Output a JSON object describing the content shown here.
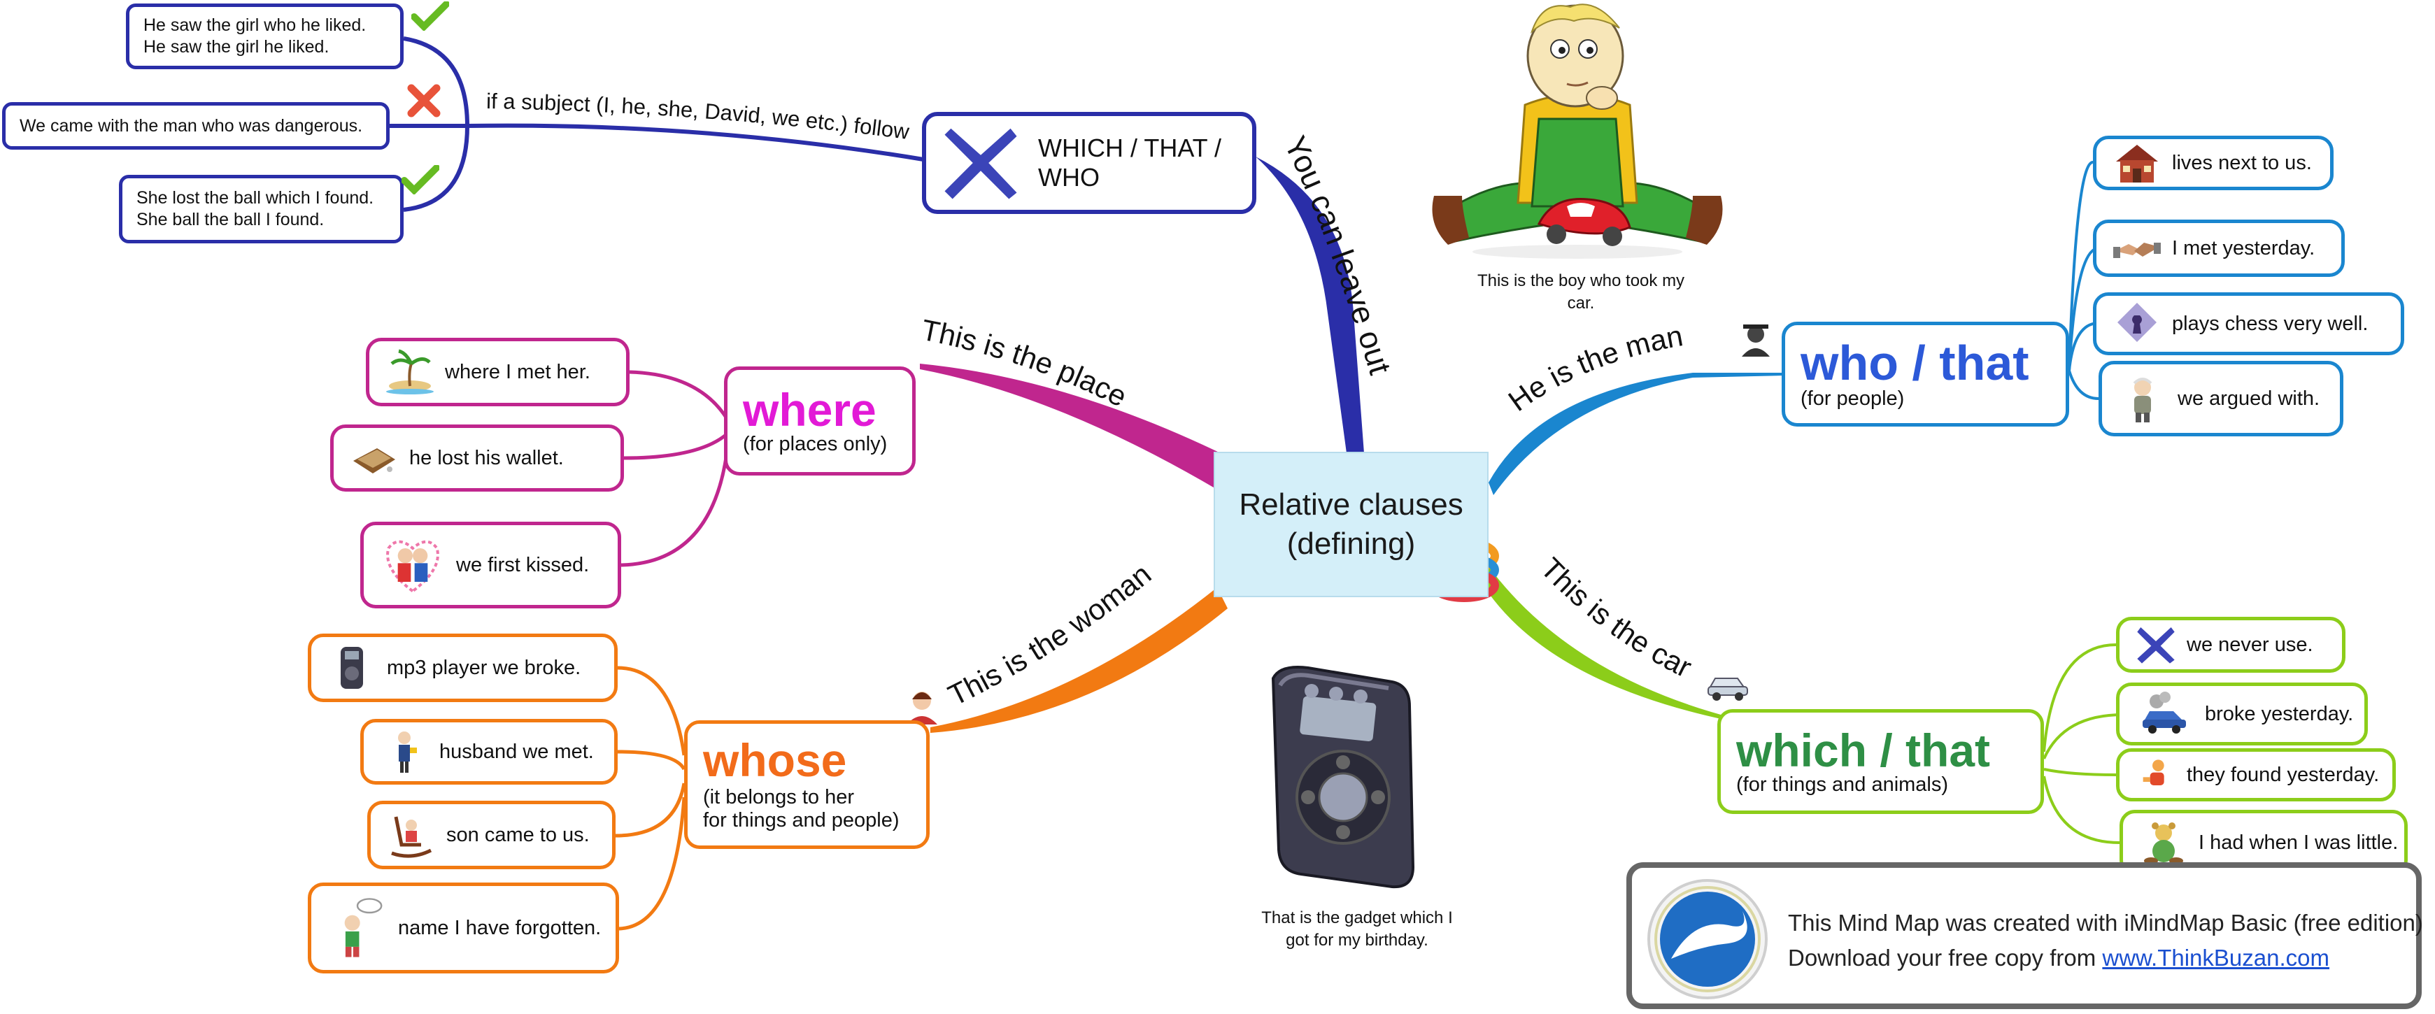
{
  "center": {
    "title": "Relative clauses\n(defining)"
  },
  "colors": {
    "which_that_who": "#2a2ea8",
    "who_that": "#1a86cf",
    "where": "#c0268e",
    "whose": "#f27a12",
    "which_that": "#8ccd1a",
    "center_fill": "#d4eff9",
    "correct": "#66bb22",
    "incorrect": "#e8533a"
  },
  "branches": {
    "omission": {
      "branch_label": "You can leave out",
      "hub_title": "WHICH / THAT / WHO",
      "hub_icon": "cross-icon",
      "sub_label": "if a subject (I, he, she, David, we etc.) follows",
      "examples": [
        {
          "text": "He saw the girl who he liked.\nHe saw the girl he liked.",
          "mark": "check-icon"
        },
        {
          "text": "We came with the man who was dangerous.",
          "mark": "cross-icon"
        },
        {
          "text": "She lost the ball which I found.\nShe ball the ball I found.",
          "mark": "check-icon"
        }
      ]
    },
    "who_that": {
      "branch_label": "He is the man",
      "branch_icon": "man-icon",
      "hub_title": "who / that",
      "hub_subtitle": "(for people)",
      "items": [
        {
          "text": "lives next to us.",
          "icon": "house-icon"
        },
        {
          "text": "I met yesterday.",
          "icon": "handshake-icon"
        },
        {
          "text": "plays chess very well.",
          "icon": "chess-icon"
        },
        {
          "text": "we argued with.",
          "icon": "old-man-icon"
        }
      ]
    },
    "where": {
      "branch_label": "This is the place",
      "hub_title": "where",
      "hub_subtitle": "(for places only)",
      "items": [
        {
          "text": "where I met her.",
          "icon": "island-icon"
        },
        {
          "text": "he lost his wallet.",
          "icon": "wallet-icon"
        },
        {
          "text": "we first kissed.",
          "icon": "kissing-couple-icon"
        }
      ]
    },
    "whose": {
      "branch_label": "This is the woman",
      "branch_icon": "woman-icon",
      "hub_title": "whose",
      "hub_subtitle": "(it belongs to her\nfor things and people)",
      "items": [
        {
          "text": "mp3 player we broke.",
          "icon": "mp3-player-icon"
        },
        {
          "text": "husband we met.",
          "icon": "husband-icon"
        },
        {
          "text": "son came to us.",
          "icon": "rocking-chair-icon"
        },
        {
          "text": "name I have forgotten.",
          "icon": "thinking-person-icon"
        }
      ]
    },
    "which_that": {
      "branch_label": "This is the car",
      "branch_icon": "car-icon",
      "hub_title": "which / that",
      "hub_subtitle": "(for things and animals)",
      "items": [
        {
          "text": "we never use.",
          "icon": "cross-icon"
        },
        {
          "text": "broke yesterday.",
          "icon": "broken-car-icon"
        },
        {
          "text": "they found yesterday.",
          "icon": "toy-icon"
        },
        {
          "text": "I had when I was little.",
          "icon": "teddy-icon"
        }
      ]
    }
  },
  "illustrations": {
    "boy_caption": "This is the boy who took my\ncar.",
    "gadget_caption": "That is the gadget which I\ngot for my birthday."
  },
  "promo": {
    "line1": "This Mind Map was created with iMindMap Basic (free edition)",
    "line2_prefix": "Download your free copy from ",
    "link_text": "www.ThinkBuzan.com"
  }
}
